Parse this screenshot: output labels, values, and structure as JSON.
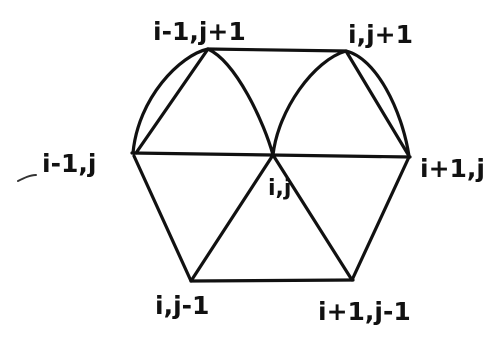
{
  "nodes": {
    "top_left": "i-1,j+1",
    "top_right": "i,j+1",
    "left": "i-1,j",
    "right": "i+1,j",
    "center": "i,j",
    "bottom_left": "i,j-1",
    "bottom_right": "i+1,j-1"
  },
  "colors": {
    "ink": "#111111",
    "paper": "#ffffff"
  }
}
